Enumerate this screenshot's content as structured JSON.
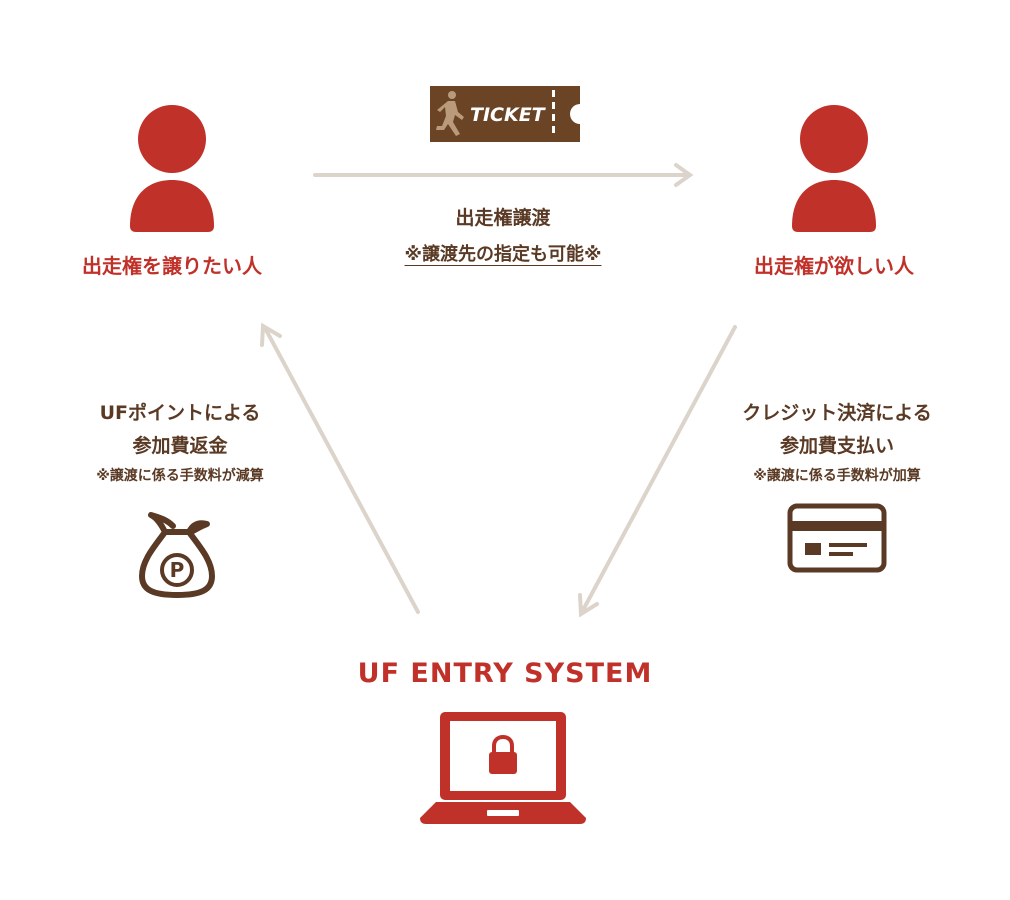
{
  "people": {
    "seller_label": "出走権を譲りたい人",
    "buyer_label": "出走権が欲しい人"
  },
  "transfer": {
    "ticket_text": "TICKET",
    "title": "出走権譲渡",
    "note": "※譲渡先の指定も可能※"
  },
  "refund": {
    "line1": "UFポイントによる",
    "line2": "参加費返金",
    "note": "※譲渡に係る手数料が減算"
  },
  "payment": {
    "line1": "クレジット決済による",
    "line2": "参加費支払い",
    "note": "※譲渡に係る手数料が加算"
  },
  "system": {
    "title": "UF ENTRY SYSTEM"
  },
  "icons": {
    "seller": "person-icon",
    "buyer": "person-icon",
    "ticket": "ticket-icon",
    "money_bag": "points-money-bag-icon",
    "credit_card": "credit-card-icon",
    "laptop": "locked-laptop-icon"
  },
  "colors": {
    "accent_red": "#c0312a",
    "brown": "#5a3a24",
    "arrow": "#dcd4cb"
  }
}
